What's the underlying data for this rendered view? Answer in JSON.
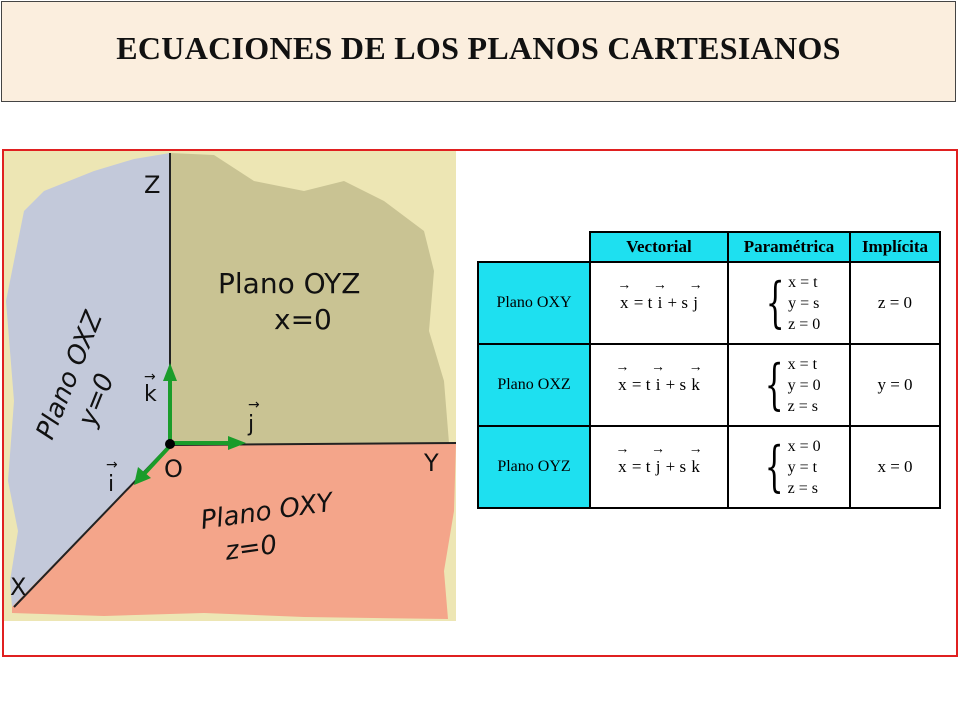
{
  "title": "ECUACIONES DE LOS PLANOS CARTESIANOS",
  "diagram": {
    "axis_z": "Z",
    "axis_y": "Y",
    "axis_x": "X",
    "origin": "O",
    "vec_k": "k",
    "vec_j": "j",
    "vec_i": "i",
    "plane_oyz_name": "Plano OYZ",
    "plane_oyz_eq": "x=0",
    "plane_oxz_name": "Plano OXZ",
    "plane_oxz_eq": "y=0",
    "plane_oxy_name": "Plano OXY",
    "plane_oxy_eq": "z=0",
    "colors": {
      "oyz": "#c9c393",
      "oxz": "#c3c9da",
      "oxy": "#f4a58a",
      "bg": "#ede6b4",
      "vectors": "#1a9c2a"
    }
  },
  "table": {
    "headers": {
      "vectorial": "Vectorial",
      "parametrica": "Paramétrica",
      "implicita": "Implícita"
    },
    "rows": [
      {
        "plane": "Plano OXY",
        "vec": {
          "x": "x",
          "eq": "= t",
          "a": "i",
          "plus": "+ s",
          "b": "j"
        },
        "par": [
          "x = t",
          "y = s",
          "z = 0"
        ],
        "imp": "z = 0"
      },
      {
        "plane": "Plano OXZ",
        "vec": {
          "x": "x",
          "eq": "= t",
          "a": "i",
          "plus": "+ s",
          "b": "k"
        },
        "par": [
          "x = t",
          "y = 0",
          "z = s"
        ],
        "imp": "y = 0"
      },
      {
        "plane": "Plano OYZ",
        "vec": {
          "x": "x",
          "eq": "= t",
          "a": "j",
          "plus": "+ s",
          "b": "k"
        },
        "par": [
          "x = 0",
          "y = t",
          "z = s"
        ],
        "imp": "x = 0"
      }
    ]
  }
}
